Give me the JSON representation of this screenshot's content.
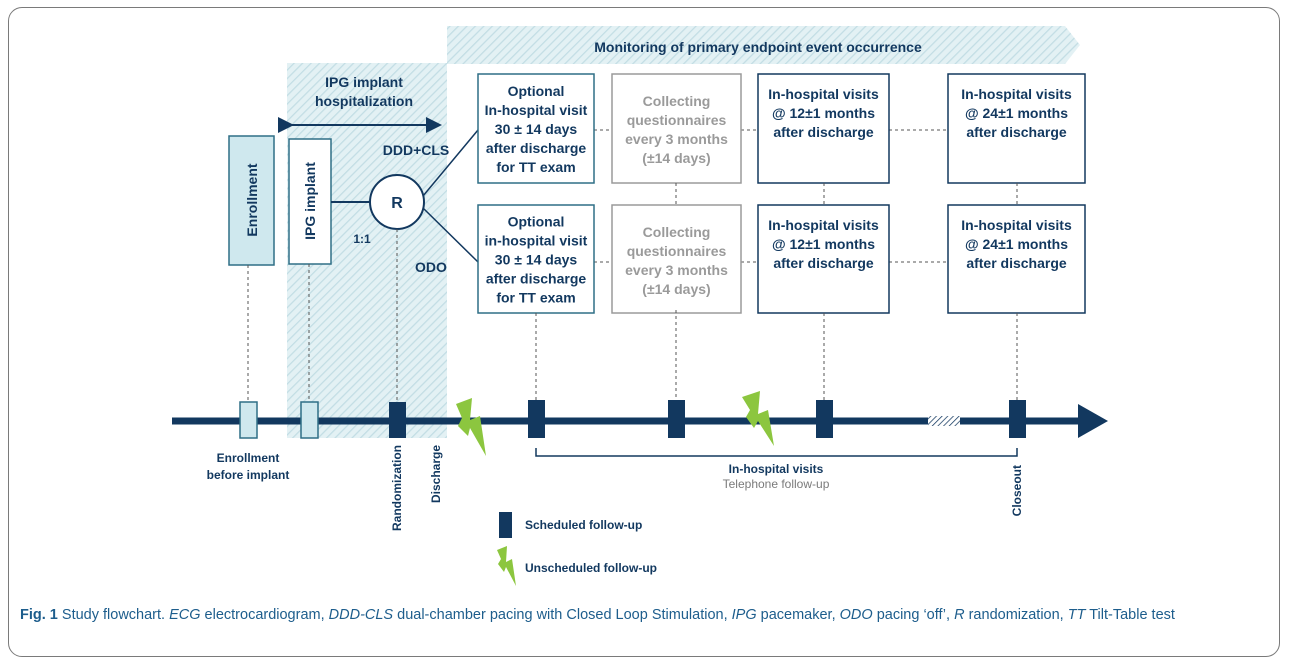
{
  "header": {
    "monitoring_label": "Monitoring of primary endpoint event occurrence",
    "implant_hosp_line1": "IPG implant",
    "implant_hosp_line2": "hospitalization"
  },
  "left_boxes": {
    "enrollment": "Enrollment",
    "ipg_implant": "IPG implant",
    "randomize_symbol": "R",
    "ratio": "1:1",
    "arm_top": "DDD+CLS",
    "arm_bottom": "ODO"
  },
  "arms": [
    {
      "visit1": [
        "Optional",
        "In-hospital visit",
        "30 ± 14 days",
        "after discharge",
        "for TT exam"
      ],
      "questionnaire": [
        "Collecting",
        "questionnaires",
        "every 3 months",
        "(±14 days)"
      ],
      "visit12": [
        "In-hospital visits",
        "@ 12±1 months",
        "after discharge"
      ],
      "visit24": [
        "In-hospital visits",
        "@ 24±1 months",
        "after discharge"
      ]
    },
    {
      "visit1": [
        "Optional",
        "in-hospital visit",
        "30 ± 14 days",
        "after discharge",
        "for TT exam"
      ],
      "questionnaire": [
        "Collecting",
        "questionnaires",
        "every 3 months",
        "(±14 days)"
      ],
      "visit12": [
        "In-hospital visits",
        "@ 12±1 months",
        "after discharge"
      ],
      "visit24": [
        "In-hospital visits",
        "@ 24±1 months",
        "after discharge"
      ]
    }
  ],
  "timeline": {
    "enrollment_label": [
      "Enrollment",
      "before implant"
    ],
    "randomization": "Randomization",
    "discharge": "Discharge",
    "inhospital": "In-hospital visits",
    "telephone": "Telephone follow-up",
    "closeout": "Closeout"
  },
  "legend": {
    "scheduled": "Scheduled follow-up",
    "unscheduled": "Unscheduled follow-up"
  },
  "colors": {
    "navy": "#12385f",
    "light_teal": "#cfe8ee",
    "teal_border": "#2f6f86",
    "gray_text": "#9a9a9a",
    "lime": "#8cc63f"
  },
  "caption": {
    "fig": "Fig. 1",
    "parts": [
      {
        "t": "Study flowchart. "
      },
      {
        "i": "ECG"
      },
      {
        "t": " electrocardiogram, "
      },
      {
        "i": "DDD-CLS"
      },
      {
        "t": " dual-chamber pacing with Closed Loop Stimulation, "
      },
      {
        "i": "IPG"
      },
      {
        "t": " pacemaker, "
      },
      {
        "i": "ODO"
      },
      {
        "t": " pacing ‘off’, "
      },
      {
        "i": "R"
      },
      {
        "t": " randomization, "
      },
      {
        "i": "TT"
      },
      {
        "t": " Tilt-Table test"
      }
    ]
  }
}
